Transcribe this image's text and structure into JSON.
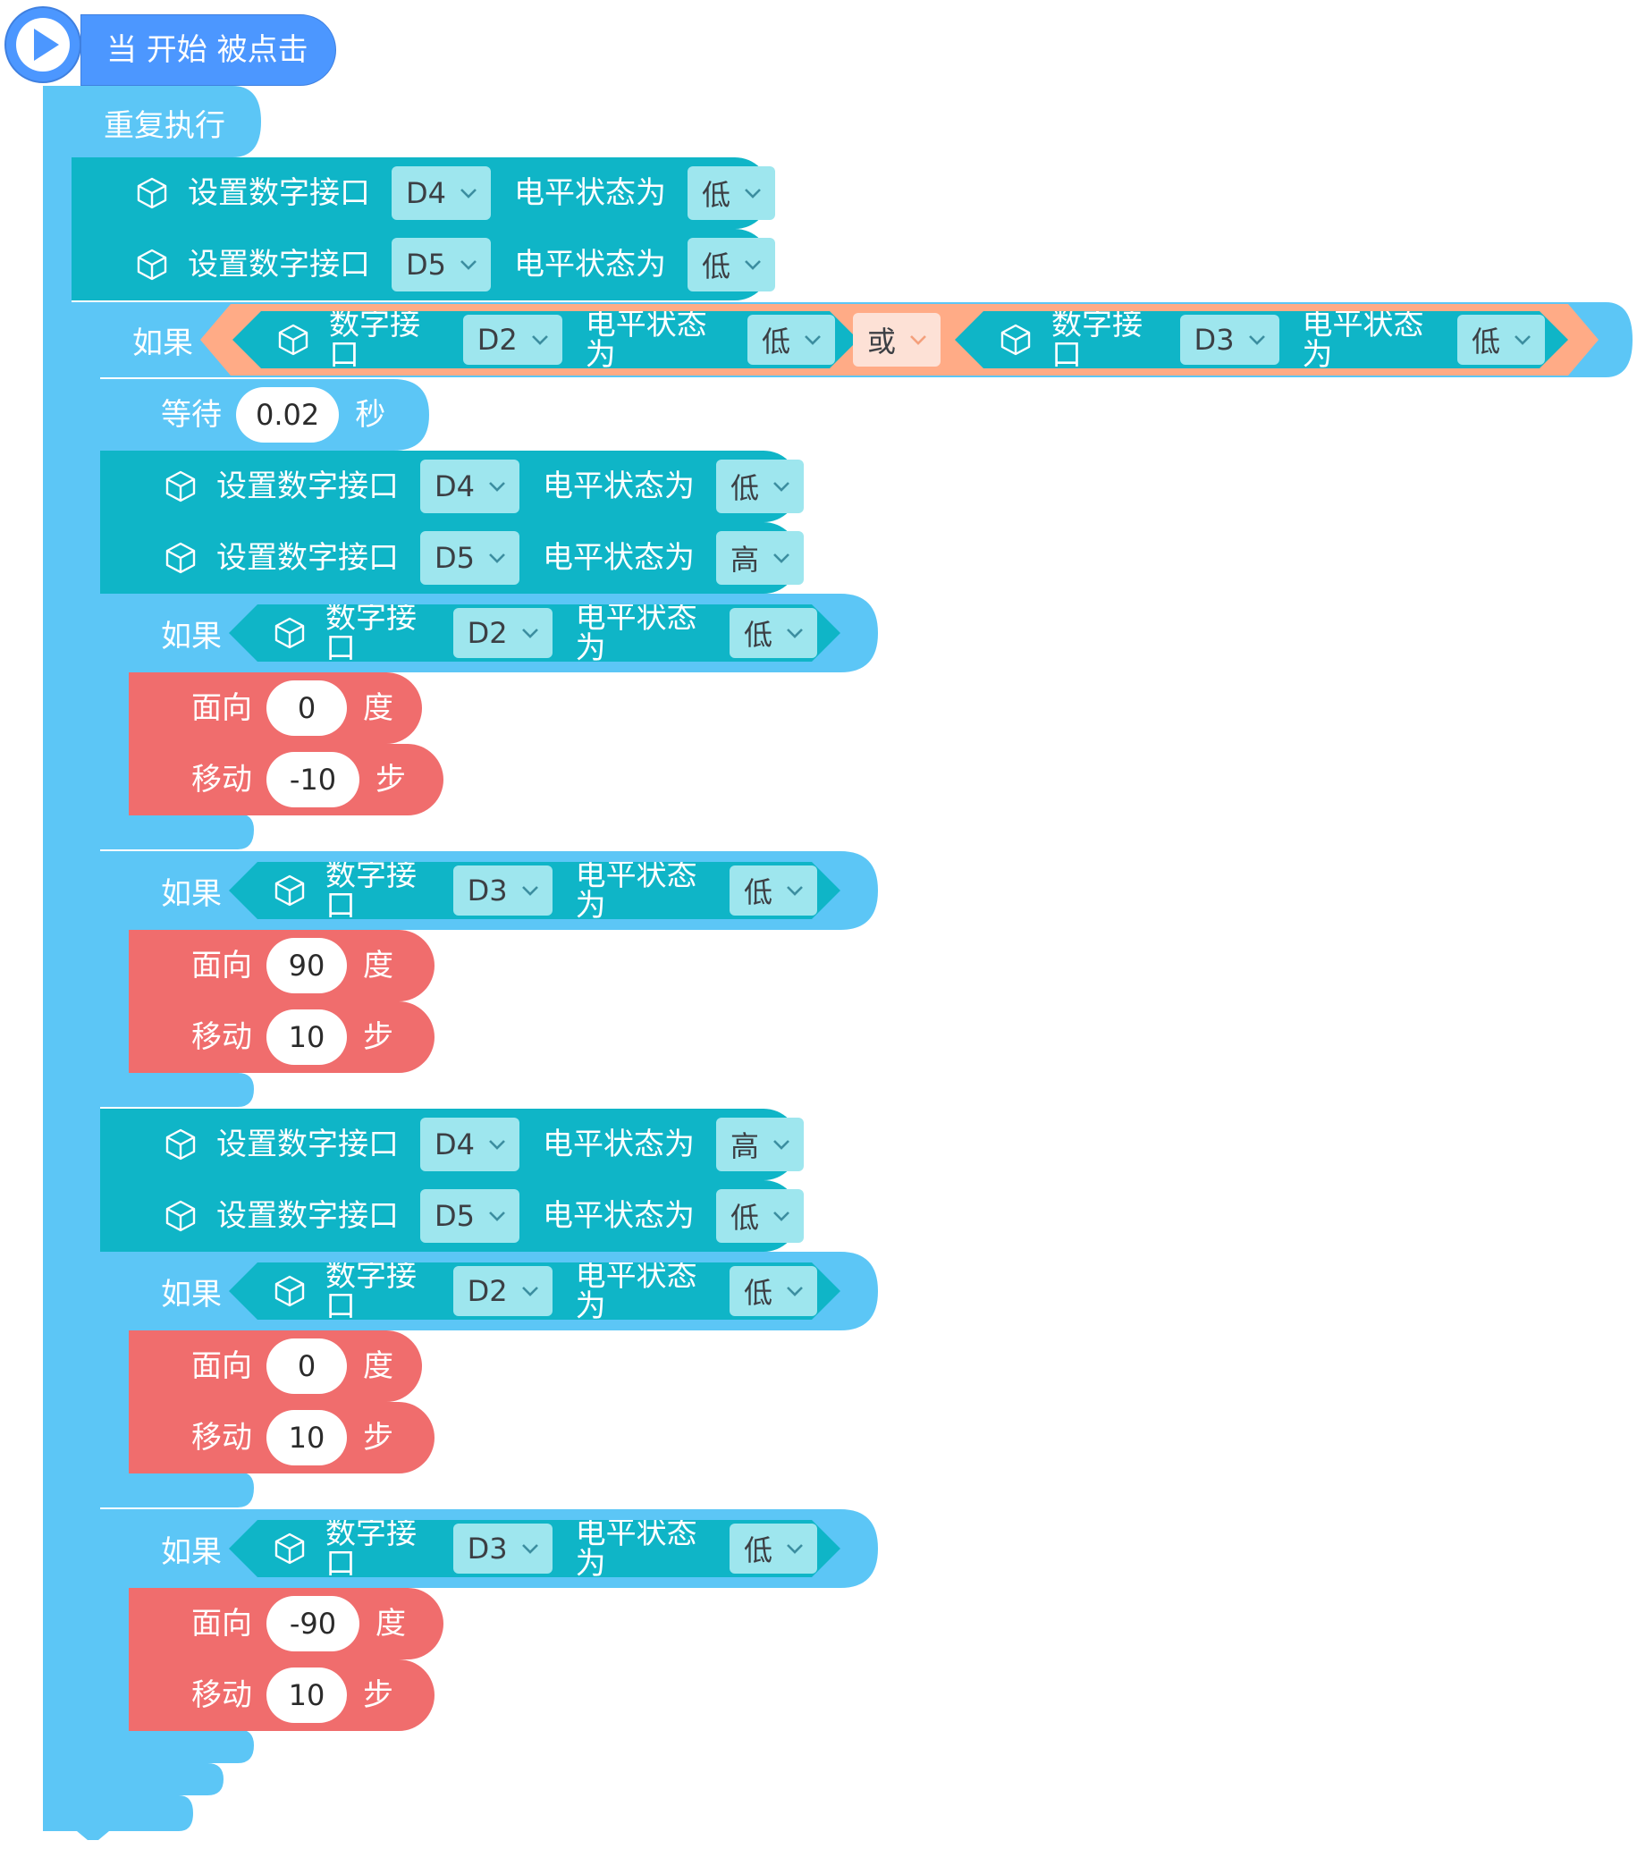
{
  "hat": {
    "label": "当 开始 被点击"
  },
  "repeat": {
    "label": "重复执行"
  },
  "labels": {
    "set_digital": "设置数字接口",
    "level_is": "电平状态为",
    "digital_port": "数字接口",
    "if": "如果",
    "or": "或",
    "wait": "等待",
    "seconds": "秒",
    "face": "面向",
    "degrees": "度",
    "move": "移动",
    "steps": "步"
  },
  "blocks": {
    "set1": {
      "port": "D4",
      "level": "低"
    },
    "set2": {
      "port": "D5",
      "level": "低"
    },
    "if_outer": {
      "left": {
        "port": "D2",
        "level": "低"
      },
      "right": {
        "port": "D3",
        "level": "低"
      }
    },
    "wait": {
      "value": "0.02"
    },
    "set3": {
      "port": "D4",
      "level": "低"
    },
    "set4": {
      "port": "D5",
      "level": "高"
    },
    "if1": {
      "port": "D2",
      "level": "低",
      "face": "0",
      "move": "-10"
    },
    "if2": {
      "port": "D3",
      "level": "低",
      "face": "90",
      "move": "10"
    },
    "set5": {
      "port": "D4",
      "level": "高"
    },
    "set6": {
      "port": "D5",
      "level": "低"
    },
    "if3": {
      "port": "D2",
      "level": "低",
      "face": "0",
      "move": "10"
    },
    "if4": {
      "port": "D3",
      "level": "低",
      "face": "-90",
      "move": "10"
    }
  },
  "colors": {
    "event": "#4c97ff",
    "control": "#5cc6f6",
    "hardware": "#0fb5c7",
    "dropdown": "#9ee6ee",
    "operator": "#ffab86",
    "motion": "#f06d6d"
  },
  "icons": [
    "play-icon",
    "cube-icon",
    "chevron-down-icon"
  ]
}
